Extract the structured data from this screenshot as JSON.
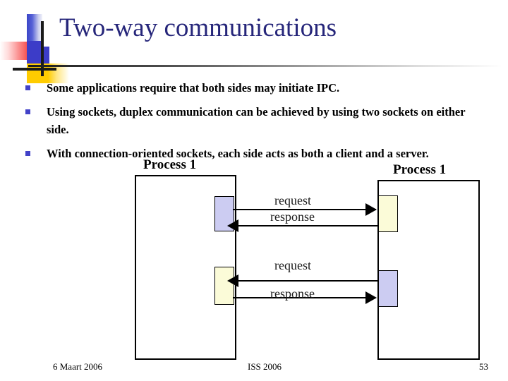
{
  "slide": {
    "title": "Two-way communications",
    "accent_title_color": "#26267a",
    "bullet_marker_color": "#4242c8",
    "bullets": [
      "Some applications require that both sides may initiate IPC.",
      "Using sockets, duplex communication can be achieved by using two sockets on either side.",
      "With connection-oriented sockets, each side acts as both a client and a server."
    ]
  },
  "diagram": {
    "left_process_label": "Process 1",
    "right_process_label": "Process 1",
    "socket_blue_color": "#ccccf2",
    "socket_cream_color": "#fbfbd8",
    "arrows": [
      {
        "label": "request",
        "direction": "right"
      },
      {
        "label": "response",
        "direction": "left"
      },
      {
        "label": "request",
        "direction": "left"
      },
      {
        "label": "response",
        "direction": "right"
      }
    ]
  },
  "footer": {
    "date": "6 Maart 2006",
    "center": "ISS 2006",
    "page": "53"
  }
}
